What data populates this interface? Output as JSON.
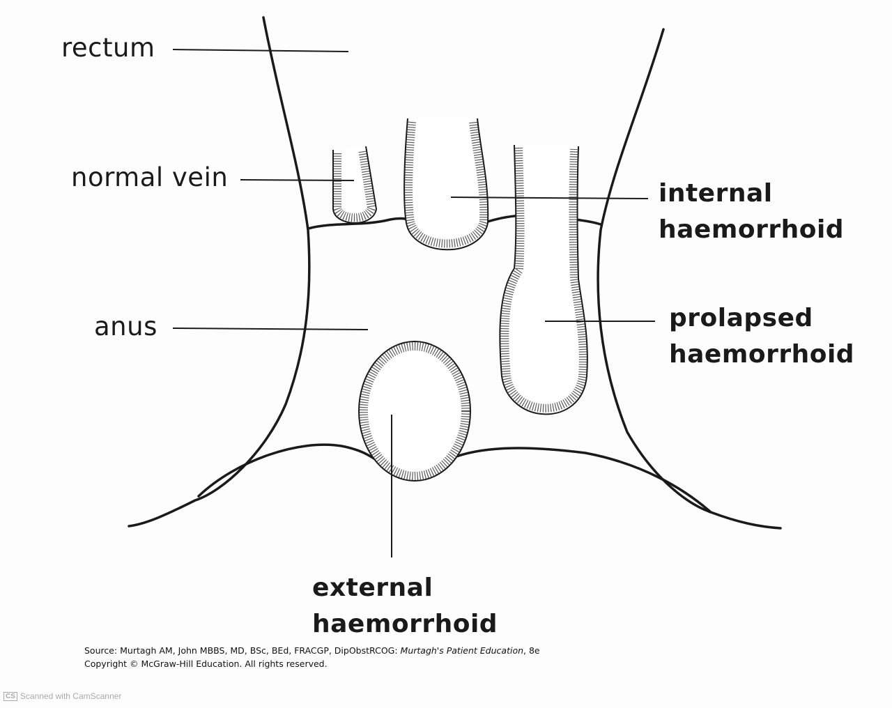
{
  "labels": {
    "rectum": "rectum",
    "normal_vein": "normal vein",
    "anus": "anus",
    "internal_1": "internal",
    "internal_2": "haemorrhoid",
    "prolapsed_1": "prolapsed",
    "prolapsed_2": "haemorrhoid",
    "external_1": "external",
    "external_2": "haemorrhoid"
  },
  "source": {
    "line1": "Source: Murtagh AM, John MBBS, MD, BSc, BEd, FRACGP, DipObstRCOG: ",
    "book": "Murtagh's Patient Education",
    "edition": ", 8e",
    "line2": "Copyright © McGraw-Hill Education. All rights reserved."
  },
  "watermark": {
    "logo": "CS",
    "text": "Scanned with CamScanner"
  }
}
